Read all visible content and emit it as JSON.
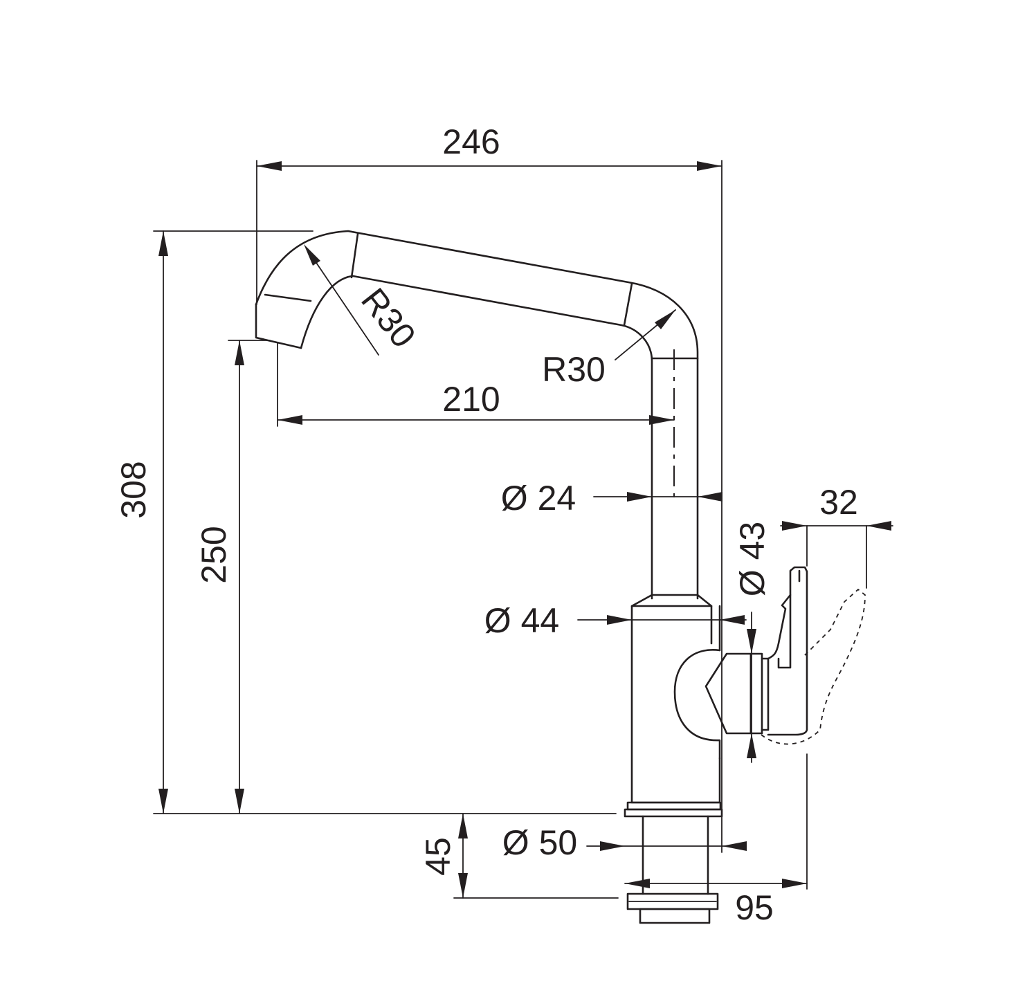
{
  "dimensions": {
    "total_width": "246",
    "total_height": "308",
    "spout_height": "250",
    "spout_reach": "210",
    "bend_radius_spout": "R30",
    "bend_radius_body": "R30",
    "tube_diameter": "Ø 24",
    "body_diameter": "Ø 44",
    "handle_diameter": "Ø 43",
    "handle_swing": "32",
    "base_diameter": "Ø 50",
    "base_height": "45",
    "base_depth": "95"
  },
  "colors": {
    "line": "#231f20",
    "background": "#ffffff"
  }
}
